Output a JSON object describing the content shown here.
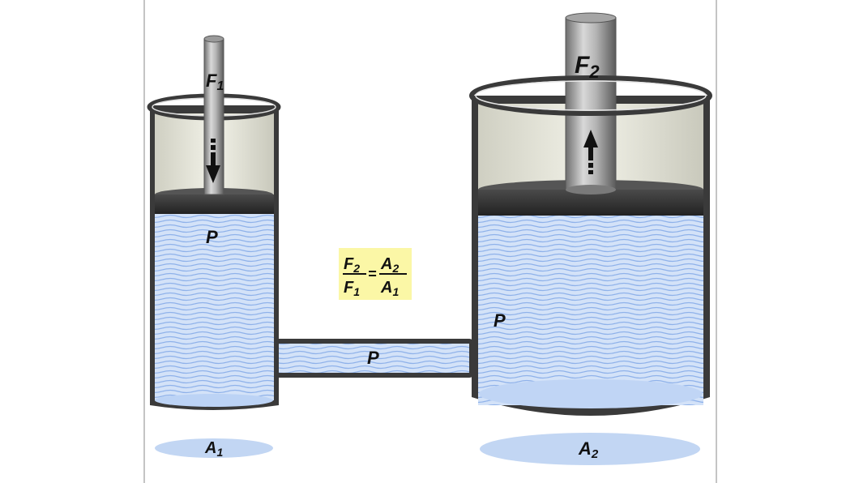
{
  "diagram": {
    "left_force": {
      "symbol": "F",
      "subscript": "1"
    },
    "right_force": {
      "symbol": "F",
      "subscript": "2"
    },
    "left_area": {
      "symbol": "A",
      "subscript": "1"
    },
    "right_area": {
      "symbol": "A",
      "subscript": "2"
    },
    "pressure_label": "P",
    "formula": {
      "lhs_num": {
        "symbol": "F",
        "subscript": "2"
      },
      "lhs_den": {
        "symbol": "F",
        "subscript": "1"
      },
      "equals": "=",
      "rhs_num": {
        "symbol": "A",
        "subscript": "2"
      },
      "rhs_den": {
        "symbol": "A",
        "subscript": "1"
      }
    }
  },
  "colors": {
    "fluid": "#c7daf7",
    "fluid_line": "#7fa6e6",
    "wall": "#3a3a3a",
    "glass": "#e9e9dc",
    "piston": "#3b3b3b",
    "formula_bg": "#fbf7a6",
    "area_ellipse": "#c2d6f3"
  }
}
